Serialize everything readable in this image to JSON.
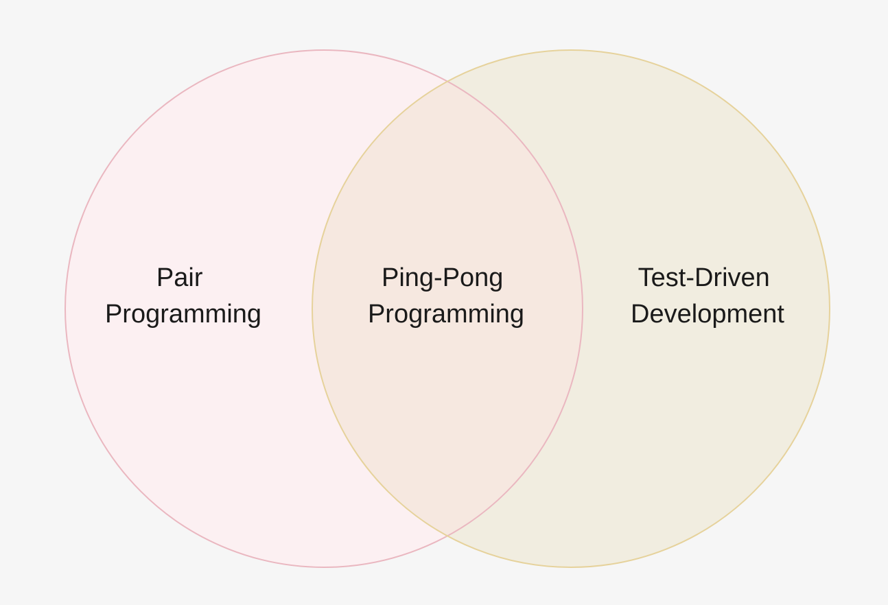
{
  "diagram": {
    "type": "venn",
    "sets": [
      {
        "id": "left",
        "lines": [
          "Pair",
          "Programming"
        ],
        "fill": "#fcf0f2",
        "stroke": "#eab7c0"
      },
      {
        "id": "right",
        "lines": [
          "Test-Driven",
          "Development"
        ],
        "fill": "#f1ede0",
        "stroke": "#e6d29b"
      }
    ],
    "intersection": {
      "lines": [
        "Ping-Pong",
        "Programming"
      ],
      "fill": "#f6e8e0"
    },
    "background": "#f6f6f6"
  }
}
